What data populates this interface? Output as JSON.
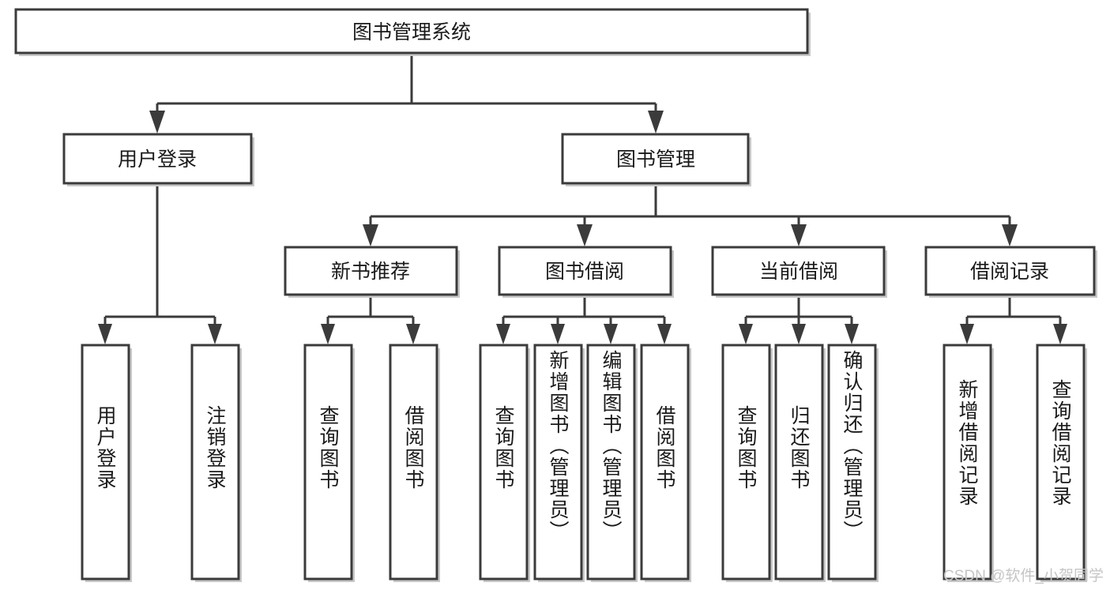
{
  "diagram": {
    "title": "图书管理系统",
    "type": "tree",
    "root": {
      "id": "root",
      "label": "图书管理系统",
      "orientation": "horizontal"
    },
    "level2": [
      {
        "id": "user-login",
        "label": "用户登录",
        "orientation": "horizontal"
      },
      {
        "id": "book-manage",
        "label": "图书管理",
        "orientation": "horizontal"
      }
    ],
    "level3": [
      {
        "id": "new-book-recommend",
        "label": "新书推荐",
        "orientation": "horizontal",
        "parent": "book-manage"
      },
      {
        "id": "book-borrow",
        "label": "图书借阅",
        "orientation": "horizontal",
        "parent": "book-manage"
      },
      {
        "id": "current-borrow",
        "label": "当前借阅",
        "orientation": "horizontal",
        "parent": "book-manage"
      },
      {
        "id": "borrow-record",
        "label": "借阅记录",
        "orientation": "horizontal",
        "parent": "book-manage"
      }
    ],
    "leaves": [
      {
        "id": "leaf-user-login",
        "label": "用户登录",
        "orientation": "vertical",
        "parent": "user-login"
      },
      {
        "id": "leaf-user-logout",
        "label": "注销登录",
        "orientation": "vertical",
        "parent": "user-login"
      },
      {
        "id": "leaf-query-book-1",
        "label": "查询图书",
        "orientation": "vertical",
        "parent": "new-book-recommend"
      },
      {
        "id": "leaf-borrow-book-1",
        "label": "借阅图书",
        "orientation": "vertical",
        "parent": "new-book-recommend"
      },
      {
        "id": "leaf-query-book-2",
        "label": "查询图书",
        "orientation": "vertical",
        "parent": "book-borrow"
      },
      {
        "id": "leaf-add-book",
        "label": "新增图书（管理员）",
        "orientation": "vertical",
        "parent": "book-borrow"
      },
      {
        "id": "leaf-edit-book",
        "label": "编辑图书（管理员）",
        "orientation": "vertical",
        "parent": "book-borrow"
      },
      {
        "id": "leaf-borrow-book-2",
        "label": "借阅图书",
        "orientation": "vertical",
        "parent": "book-borrow"
      },
      {
        "id": "leaf-query-book-3",
        "label": "查询图书",
        "orientation": "vertical",
        "parent": "current-borrow"
      },
      {
        "id": "leaf-return-book",
        "label": "归还图书",
        "orientation": "vertical",
        "parent": "current-borrow"
      },
      {
        "id": "leaf-confirm-return",
        "label": "确认归还（管理员）",
        "orientation": "vertical",
        "parent": "current-borrow"
      },
      {
        "id": "leaf-add-record",
        "label": "新增借阅记录",
        "orientation": "vertical",
        "parent": "borrow-record"
      },
      {
        "id": "leaf-query-record",
        "label": "查询借阅记录",
        "orientation": "vertical",
        "parent": "borrow-record"
      }
    ],
    "colors": {
      "box_stroke": "#3b3b3b",
      "box_fill": "#ffffff",
      "text": "#1a1a1a",
      "background": "#ffffff",
      "watermark": "#c5c5c5"
    }
  },
  "watermark": {
    "text": "CSDN @软件_小贺同学"
  }
}
